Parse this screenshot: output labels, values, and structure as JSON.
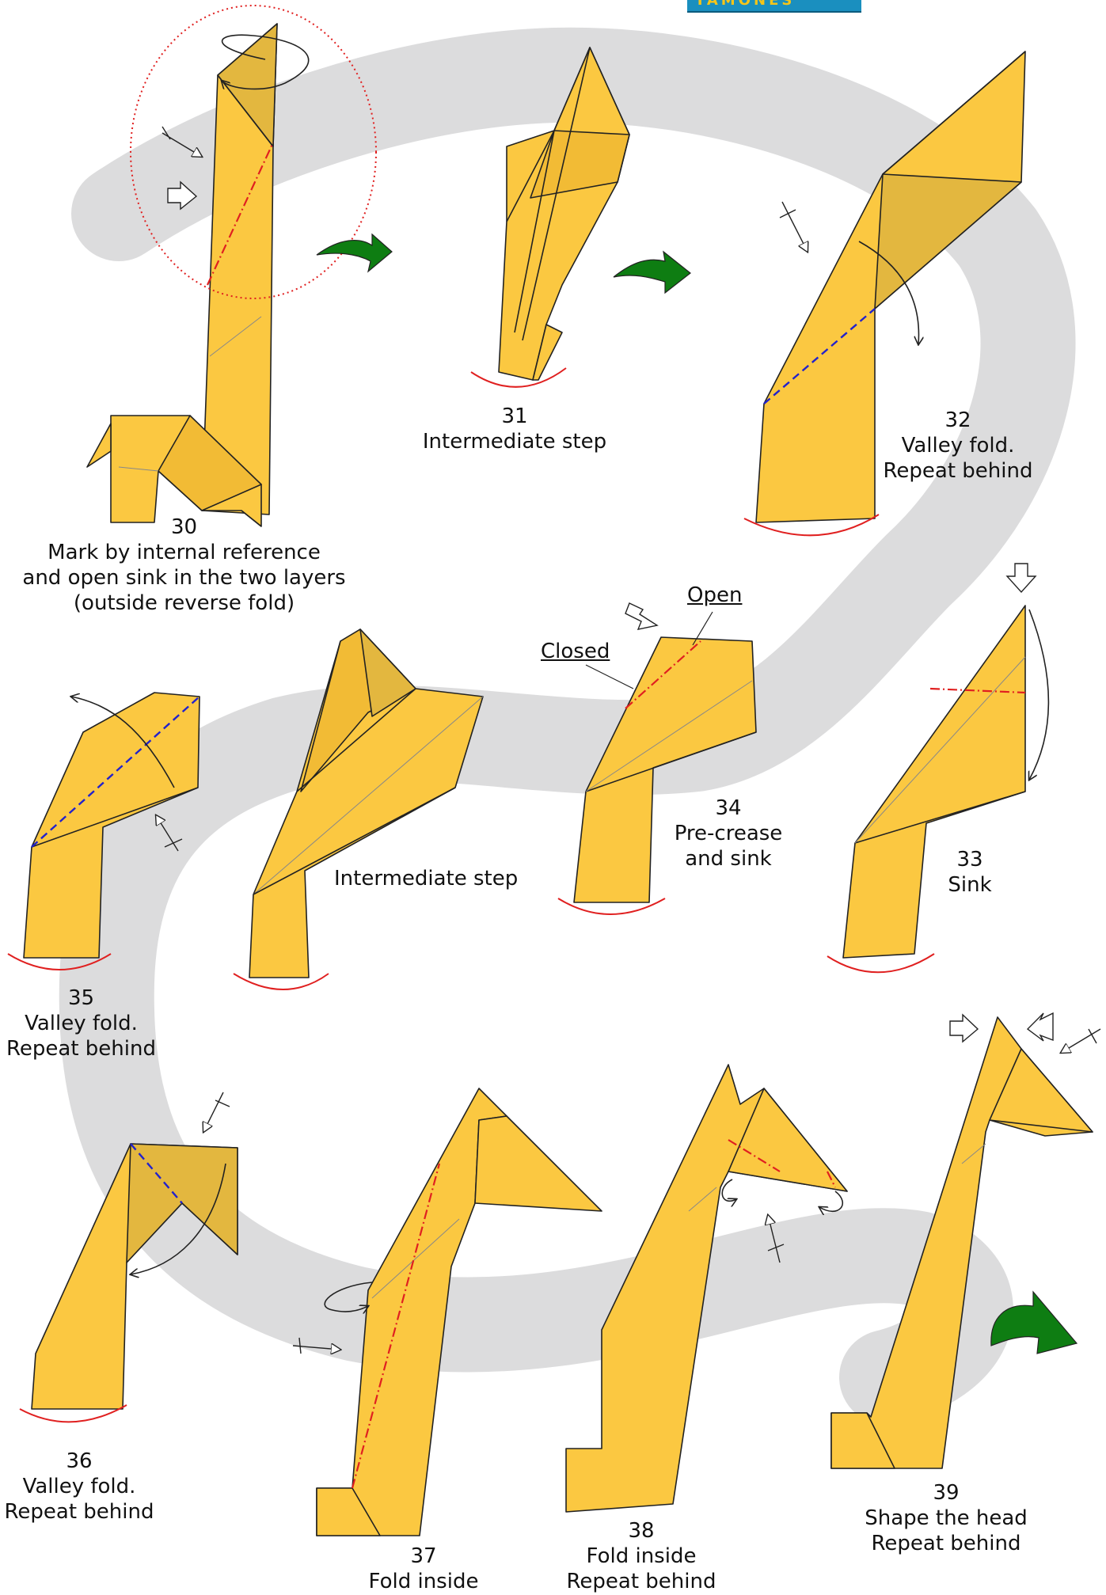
{
  "steps": [
    {
      "num": "30",
      "lines": [
        "Mark by internal reference",
        "and open sink in the two layers",
        "(outside reverse fold)"
      ]
    },
    {
      "num": "31",
      "lines": [
        "Intermediate step"
      ]
    },
    {
      "num": "32",
      "lines": [
        "Valley fold.",
        "Repeat behind"
      ]
    },
    {
      "num": "33",
      "lines": [
        "Sink"
      ]
    },
    {
      "num": "34",
      "lines": [
        "Pre-crease",
        "and sink"
      ]
    },
    {
      "num": "35",
      "lines": [
        "Valley fold.",
        "Repeat behind"
      ]
    },
    {
      "num": "36",
      "lines": [
        "Valley fold.",
        "Repeat behind"
      ]
    },
    {
      "num": "37",
      "lines": [
        "Fold inside"
      ]
    },
    {
      "num": "38",
      "lines": [
        "Fold inside",
        "Repeat behind"
      ]
    },
    {
      "num": "39",
      "lines": [
        "Shape the head",
        "Repeat behind"
      ]
    }
  ],
  "labels": {
    "intermediate": "Intermediate step",
    "open": "Open",
    "closed": "Closed"
  },
  "logo_text": "TAMONES",
  "colors": {
    "paper": "#fbc841",
    "paper_dark": "#e3b73f",
    "paper_shade": "#f2bb35",
    "path": "#dcdcdd",
    "valley": "#2222cc",
    "mountain": "#e02020",
    "arrow_green": "#0e7d12",
    "outline": "#222222"
  }
}
